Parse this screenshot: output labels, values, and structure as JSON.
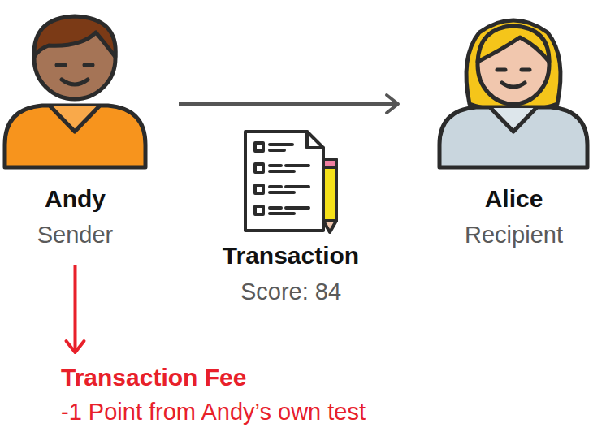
{
  "diagram": {
    "nodes": [
      {
        "text": [
          "Andy",
          "Sender"
        ]
      },
      {
        "text": [
          "Transaction",
          "Score: 84"
        ]
      },
      {
        "text": [
          "Alice",
          "Recipient"
        ]
      },
      {
        "text": [
          "Transaction Fee",
          "-1 Point from Andy’s own test"
        ]
      }
    ],
    "edges": [
      {
        "from": 0,
        "to": 2,
        "arrow": "to"
      },
      {
        "from": 0,
        "to": 3,
        "arrow": "to"
      }
    ]
  }
}
